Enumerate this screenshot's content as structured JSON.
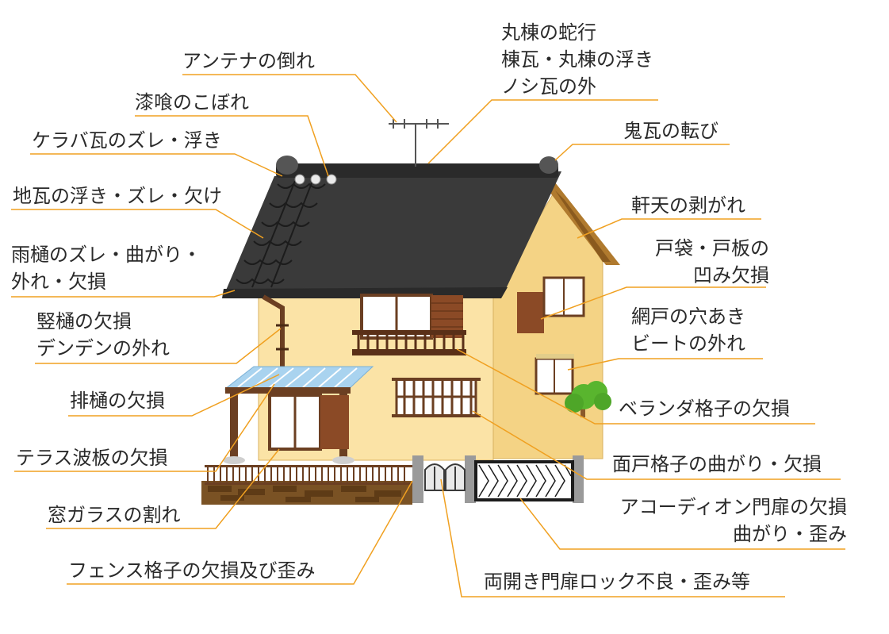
{
  "labels": {
    "antenna": "アンテナの倒れ",
    "shikkui": "漆喰のこぼれ",
    "kerabagawara": "ケラバ瓦のズレ・浮き",
    "jigawara": "地瓦の浮き・ズレ・欠け",
    "amadoi_1": "雨樋のズレ・曲がり・",
    "amadoi_2": "外れ・欠損",
    "tatedoi_1": "竪樋の欠損",
    "tatedoi_2": "デンデンの外れ",
    "haidoi": "排樋の欠損",
    "terrace": "テラス波板の欠損",
    "window_glass": "窓ガラスの割れ",
    "fence": "フェンス格子の欠損及び歪み",
    "marumune_1": "丸棟の蛇行",
    "marumune_2": "棟瓦・丸棟の浮き",
    "marumune_3": "ノシ瓦の外",
    "onigawara": "鬼瓦の転び",
    "nokiten": "軒天の剥がれ",
    "tobukuro_1": "戸袋・戸板の",
    "tobukuro_2": "凹み欠損",
    "amido_1": "網戸の穴あき",
    "amido_2": "ビートの外れ",
    "veranda": "ベランダ格子の欠損",
    "mendo": "面戸格子の曲がり・欠損",
    "accordion_1": "アコーディオン門扉の欠損",
    "accordion_2": "曲がり・歪み",
    "ryobiraki": "両開き門扉ロック不良・歪み等"
  },
  "colors": {
    "leader": "#f0a020",
    "roof": "#3a3a3a",
    "wall": "#fbe3a6",
    "wall_side": "#f4d385",
    "wood": "#6b3f22",
    "brick": "#7a5224",
    "tree": "#59b52e",
    "terrace_roof": "#a9d3ef"
  }
}
